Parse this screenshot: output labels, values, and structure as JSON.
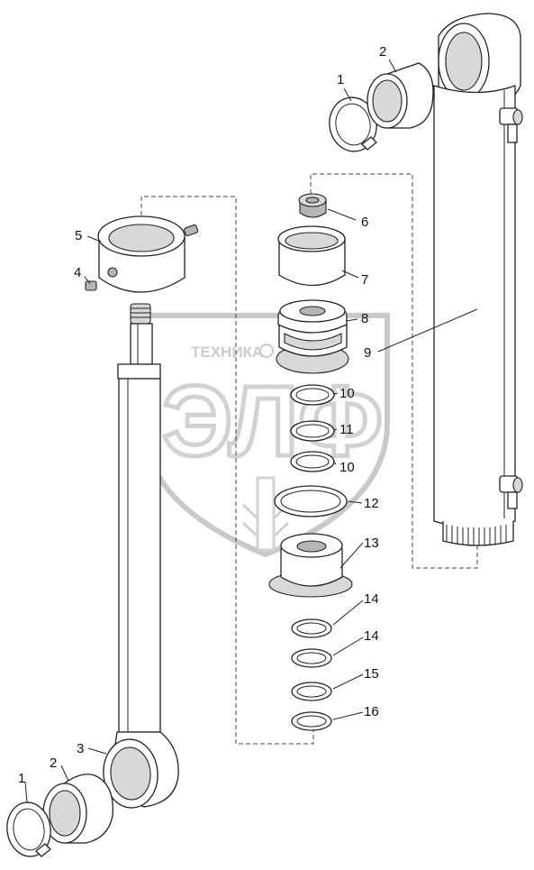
{
  "watermark": {
    "top_text": "ТЕХНИКА",
    "main_text": "ЭЛФ"
  },
  "callouts": [
    {
      "id": "c1a",
      "label": "1"
    },
    {
      "id": "c2a",
      "label": "2"
    },
    {
      "id": "c5",
      "label": "5"
    },
    {
      "id": "c4",
      "label": "4"
    },
    {
      "id": "c6",
      "label": "6"
    },
    {
      "id": "c7",
      "label": "7"
    },
    {
      "id": "c8",
      "label": "8"
    },
    {
      "id": "c9",
      "label": "9"
    },
    {
      "id": "c10a",
      "label": "10"
    },
    {
      "id": "c11",
      "label": "11"
    },
    {
      "id": "c10b",
      "label": "10"
    },
    {
      "id": "c12",
      "label": "12"
    },
    {
      "id": "c13",
      "label": "13"
    },
    {
      "id": "c14a",
      "label": "14"
    },
    {
      "id": "c14b",
      "label": "14"
    },
    {
      "id": "c15",
      "label": "15"
    },
    {
      "id": "c16",
      "label": "16"
    },
    {
      "id": "c3",
      "label": "3"
    },
    {
      "id": "c2b",
      "label": "2"
    },
    {
      "id": "c1b",
      "label": "1"
    }
  ]
}
